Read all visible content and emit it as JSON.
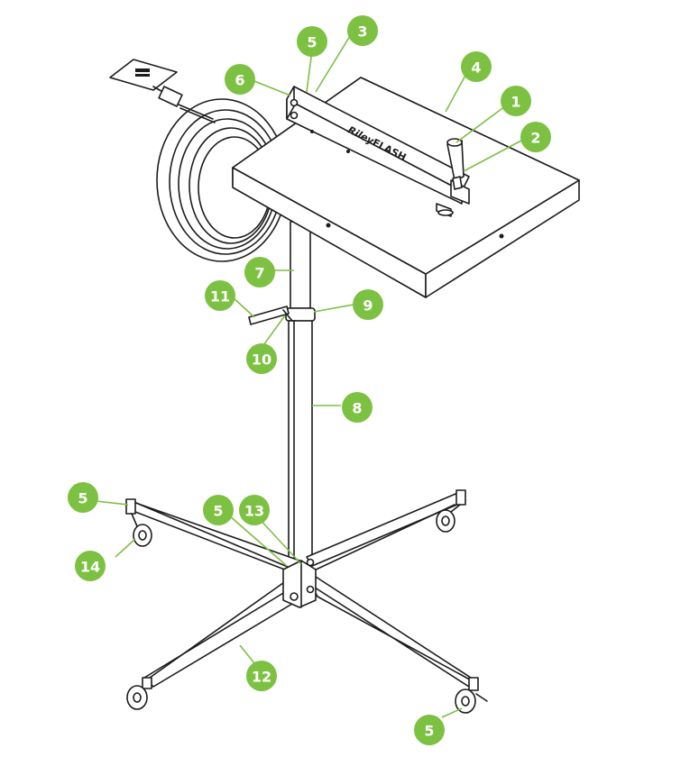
{
  "brand": {
    "script": "Riley",
    "word": "FLASH"
  },
  "badge_color": "#7cc142",
  "labels": [
    "1",
    "2",
    "3",
    "4",
    "5",
    "6",
    "7",
    "8",
    "9",
    "10",
    "11",
    "12",
    "13",
    "14",
    "5",
    "5",
    "5"
  ]
}
